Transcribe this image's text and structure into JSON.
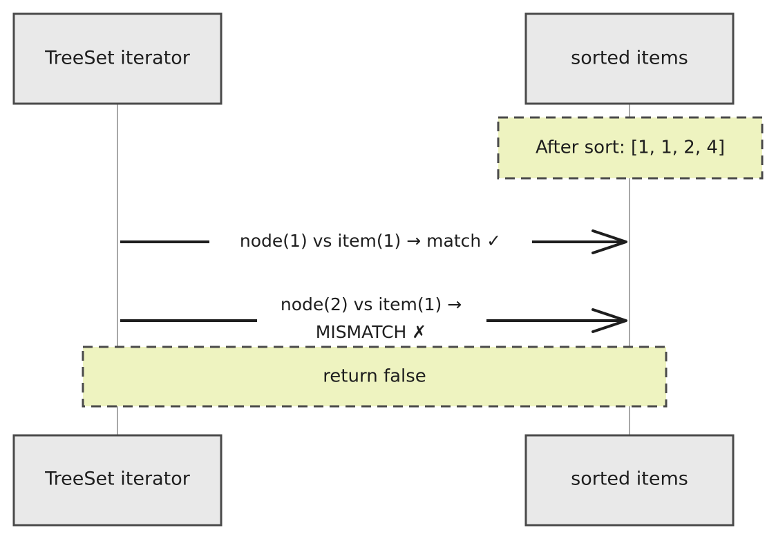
{
  "participants": [
    {
      "id": "iterator",
      "label": "TreeSet iterator"
    },
    {
      "id": "items",
      "label": "sorted items"
    }
  ],
  "notes": {
    "after_sort": "After sort: [1, 1, 2, 4]",
    "return_false": "return false"
  },
  "messages": [
    {
      "from": "iterator",
      "to": "items",
      "lines": [
        "node(1) vs item(1) → match ✓"
      ]
    },
    {
      "from": "iterator",
      "to": "items",
      "lines": [
        "node(2) vs item(1) →",
        "MISMATCH ✗"
      ]
    }
  ],
  "colors": {
    "actor_fill": "#e9e9e9",
    "actor_stroke": "#4a4a4a",
    "note_fill": "#eef3c0",
    "note_stroke": "#4a4a4a",
    "lifeline": "#a8a8a8",
    "arrow": "#1e1e1e",
    "text": "#1e1e1e"
  }
}
